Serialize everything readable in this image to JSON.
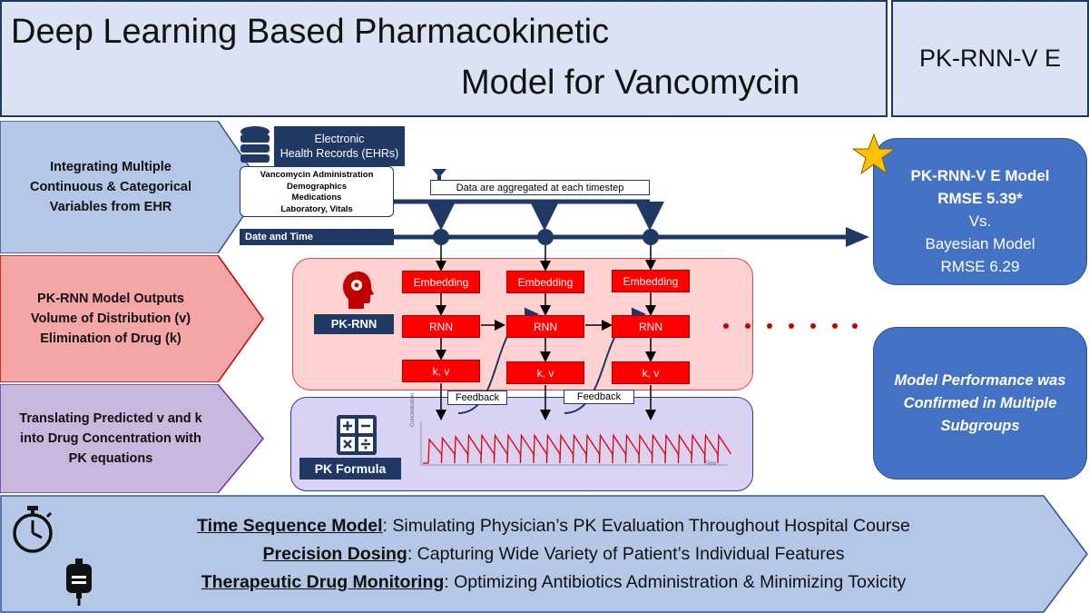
{
  "header": {
    "title_line1": "Deep Learning Based Pharmacokinetic",
    "title_line2": "Model for Vancomycin",
    "badge": "PK-RNN-V E"
  },
  "left_steps": [
    {
      "text": "Integrating Multiple Continuous & Categorical Variables from EHR",
      "color": "#b4c7e7"
    },
    {
      "text": "PK-RNN Model Outputs Volume of Distribution (v) Elimination of Drug (k)",
      "color": "#f4a6a6"
    },
    {
      "text": "Translating Predicted v and k into Drug Concentration with PK equations",
      "color": "#c9b8dd"
    }
  ],
  "diagram": {
    "ehr_title_1": "Electronic",
    "ehr_title_2": "Health Records (EHRs)",
    "ehr_items": [
      "Vancomycin Administration",
      "Demographics",
      "Medications",
      "Laboratory, Vitals"
    ],
    "aggregation_note": "Data are aggregated at each timestep",
    "date_time": "Date and Time",
    "embedding_label": "Embedding",
    "rnn_label": "RNN",
    "kv_label": "k, v",
    "feedback_label": "Feedback",
    "pk_rnn_label": "PK-RNN",
    "pk_formula_label": "PK Formula",
    "conc_axis": "Concentration",
    "time_axis": "Time",
    "icons": [
      "database-icon",
      "head-gears-icon",
      "calculator-icon",
      "stopwatch-icon",
      "iv-bag-icon",
      "star-icon"
    ]
  },
  "results": {
    "line1": "PK-RNN-V E Model",
    "line2": "RMSE 5.39*",
    "line3": "Vs.",
    "line4": "Bayesian Model",
    "line5": "RMSE 6.29",
    "performance": "Model Performance was Confirmed in Multiple Subgroups"
  },
  "bottom": [
    {
      "label": "Time Sequence Model",
      "text": ": Simulating Physician’s PK Evaluation Throughout Hospital Course"
    },
    {
      "label": "Precision Dosing",
      "text": ": Capturing Wide Variety of Patient’s Individual Features"
    },
    {
      "label": "Therapeutic Drug Monitoring",
      "text": ": Optimizing Antibiotics Administration & Minimizing Toxicity"
    }
  ],
  "colors": {
    "navy": "#1f3864",
    "blue_panel": "#4472c4",
    "header_bg": "#dae3f3",
    "red": "#ff0000",
    "star": "#ffc000"
  }
}
